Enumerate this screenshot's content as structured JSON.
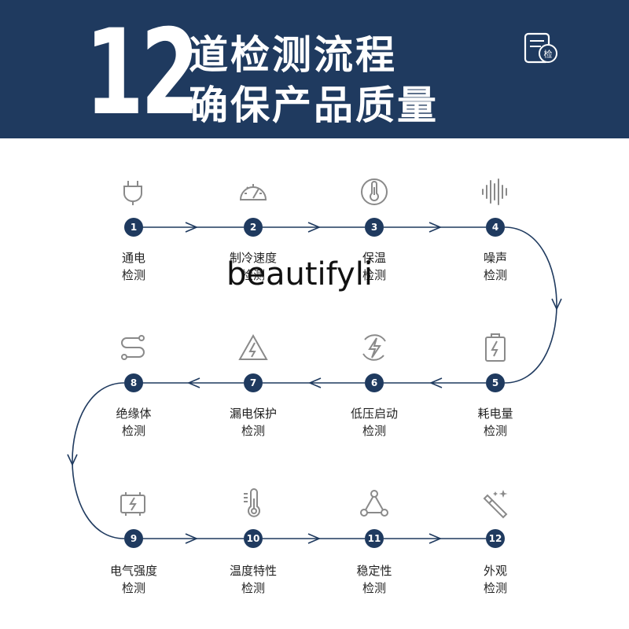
{
  "header": {
    "big_number": "12",
    "title_line1": "道检测流程",
    "title_line2": "确保产品质量",
    "badge_icon": "inspection-document-icon",
    "badge_text": "检"
  },
  "colors": {
    "navy": "#1f3a5f",
    "line": "#1f3a5f",
    "icon_gray": "#8a8a8a"
  },
  "steps": [
    {
      "num": "1",
      "line1": "通电",
      "line2": "检测",
      "icon": "plug-icon"
    },
    {
      "num": "2",
      "line1": "制冷速度",
      "line2": "检测",
      "icon": "speedometer-icon"
    },
    {
      "num": "3",
      "line1": "保温",
      "line2": "检测",
      "icon": "thermometer-circle-icon"
    },
    {
      "num": "4",
      "line1": "噪声",
      "line2": "检测",
      "icon": "sound-wave-icon"
    },
    {
      "num": "5",
      "line1": "耗电量",
      "line2": "检测",
      "icon": "battery-bolt-icon"
    },
    {
      "num": "6",
      "line1": "低压启动",
      "line2": "检测",
      "icon": "bolt-circle-icon"
    },
    {
      "num": "7",
      "line1": "漏电保护",
      "line2": "检测",
      "icon": "warning-bolt-icon"
    },
    {
      "num": "8",
      "line1": "绝缘体",
      "line2": "检测",
      "icon": "route-icon"
    },
    {
      "num": "9",
      "line1": "电气强度",
      "line2": "检测",
      "icon": "battery-panel-icon"
    },
    {
      "num": "10",
      "line1": "温度特性",
      "line2": "检测",
      "icon": "thermometer-icon"
    },
    {
      "num": "11",
      "line1": "稳定性",
      "line2": "检测",
      "icon": "triangle-nodes-icon"
    },
    {
      "num": "12",
      "line1": "外观",
      "line2": "检测",
      "icon": "magic-wand-icon"
    }
  ],
  "watermark": "beautifyli"
}
